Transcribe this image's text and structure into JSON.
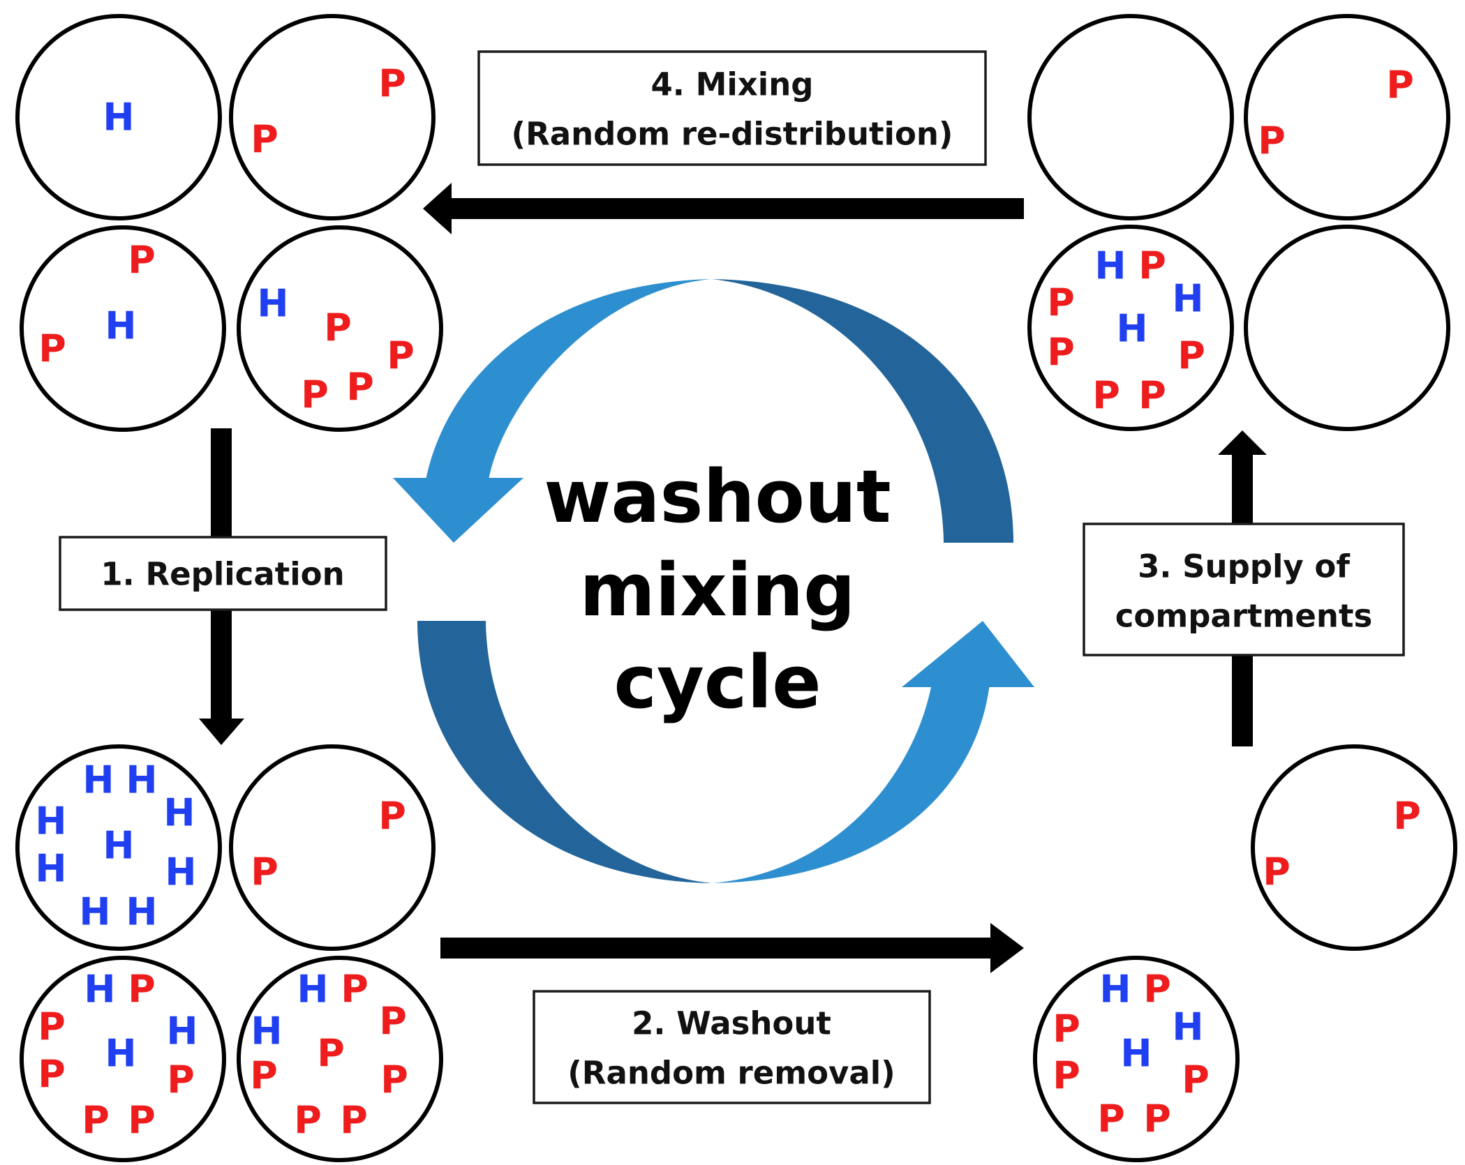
{
  "center_title": {
    "line1": "washout",
    "line2": "mixing",
    "line3": "cycle"
  },
  "steps": {
    "replication": "1. Replication",
    "washout_line1": "2. Washout",
    "washout_line2": "(Random removal)",
    "supply_line1": "3. Supply of",
    "supply_line2": "compartments",
    "mixing_line1": "4. Mixing",
    "mixing_line2": "(Random re-distribution)"
  },
  "colors": {
    "host_molecule": "#1f3ff0",
    "parasite_molecule": "#ee1c1c",
    "cycle_arrow_light": "#2e8fd0",
    "cycle_arrow_dark": "#23659a"
  },
  "molecule_labels": {
    "host": "H",
    "parasite": "P"
  }
}
